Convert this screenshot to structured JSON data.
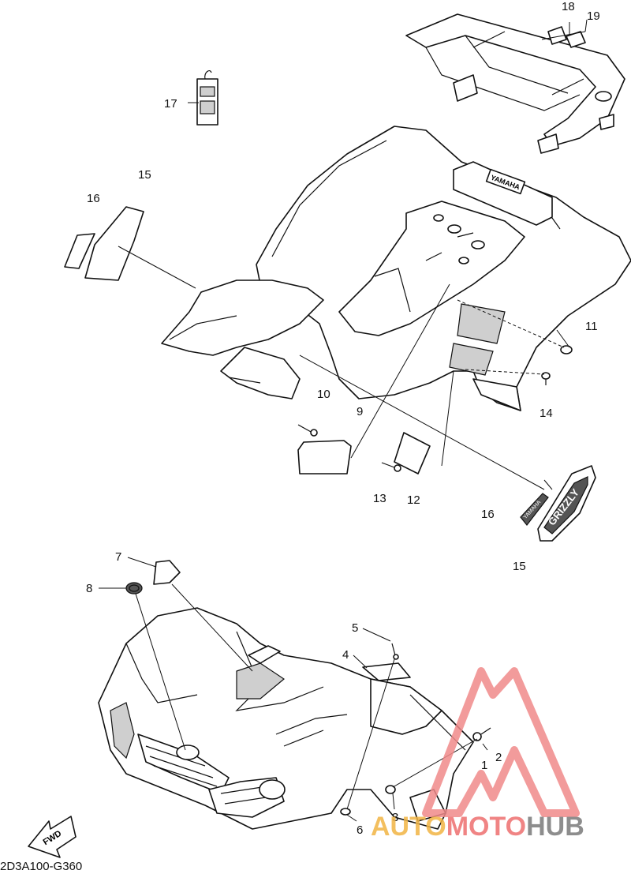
{
  "diagram": {
    "drawing_code": "2D3A100-G360",
    "fwd_arrow_label": "FWD",
    "fender_badge_text": "YAMAHA",
    "emblem_text": "GRIZZLY",
    "decal_text": "YAMAHA",
    "callouts": [
      "18",
      "19",
      "17",
      "15",
      "16",
      "11",
      "14",
      "10",
      "9",
      "13",
      "12",
      "16",
      "15",
      "7",
      "8",
      "5",
      "4",
      "2",
      "1",
      "3",
      "6"
    ]
  },
  "watermark": {
    "part1": "AUTO",
    "part2": "MOTO",
    "part3": "HUB",
    "colors": {
      "auto": "#f2b544",
      "moto": "#ee6f6f",
      "hub": "#7a7a7a",
      "triangle": "#f08a8a"
    }
  }
}
